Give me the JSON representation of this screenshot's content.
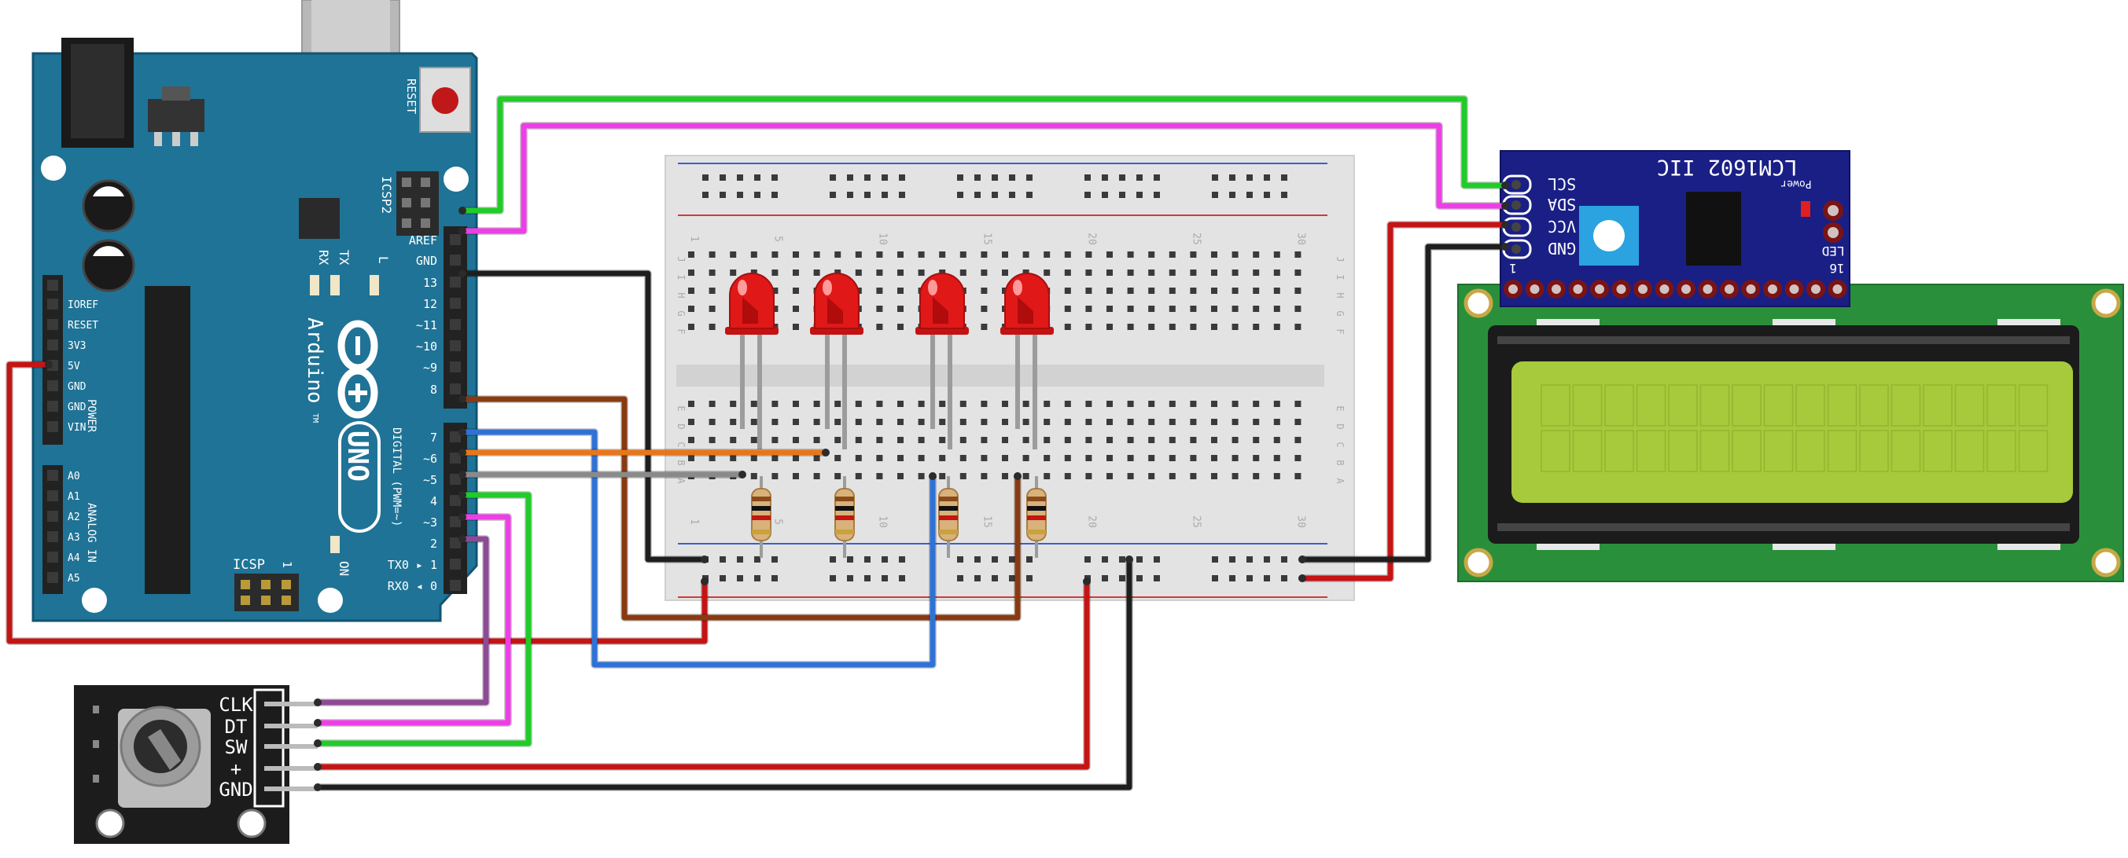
{
  "arduino": {
    "reset_label": "RESET",
    "icsp2_label": "ICSP2",
    "icsp_label": "ICSP",
    "icsp_pin1": "1",
    "led_rx": "RX",
    "led_tx": "TX",
    "led_l": "L",
    "led_on": "ON",
    "brand": "Arduino",
    "tm": "TM",
    "model": "UNO",
    "digital_section": "DIGITAL (PWM=~)",
    "power_section": "POWER",
    "analog_section": "ANALOG IN",
    "top_pins": [
      "AREF",
      "GND",
      "13",
      "12",
      "~11",
      "~10",
      "~9",
      "8"
    ],
    "bottom_pins": [
      "7",
      "~6",
      "~5",
      "4",
      "~3",
      "2",
      "TX0 ▸ 1",
      "RX0 ◂ 0"
    ],
    "power_pins": [
      "IOREF",
      "RESET",
      "3V3",
      "5V",
      "GND",
      "GND",
      "VIN"
    ],
    "analog_pins": [
      "A0",
      "A1",
      "A2",
      "A3",
      "A4",
      "A5"
    ]
  },
  "breadboard": {
    "row_labels": [
      "J",
      "I",
      "H",
      "G",
      "F",
      "E",
      "D",
      "C",
      "B",
      "A"
    ],
    "column_numbers": [
      "1",
      "5",
      "10",
      "15",
      "20",
      "25",
      "30"
    ]
  },
  "encoder": {
    "pins": [
      "CLK",
      "DT",
      "SW",
      "+",
      "GND"
    ]
  },
  "i2c_module": {
    "title": "LCM1602 IIC",
    "pins": [
      "SCL",
      "SDA",
      "VCC",
      "GND"
    ],
    "power_label": "Power",
    "led_label": "LED",
    "pin_first": "1",
    "pin_last": "16"
  },
  "lcd": {
    "columns": 16,
    "rows": 2
  },
  "colors": {
    "arduino_board": "#1f7396",
    "i2c_board": "#1a1f86",
    "lcd_board": "#2a8f3b",
    "lcd_screen": "#a7c93c",
    "wire_red": "#c41414",
    "wire_black": "#1e1e1e",
    "wire_green": "#1fcc28",
    "wire_magenta": "#ee3ee6",
    "wire_blue": "#2f72d6",
    "wire_brown": "#8a3a10",
    "wire_orange": "#e8761a",
    "wire_gray": "#8a8a8a",
    "wire_purple": "#8e4a96",
    "led": "#e01818"
  }
}
